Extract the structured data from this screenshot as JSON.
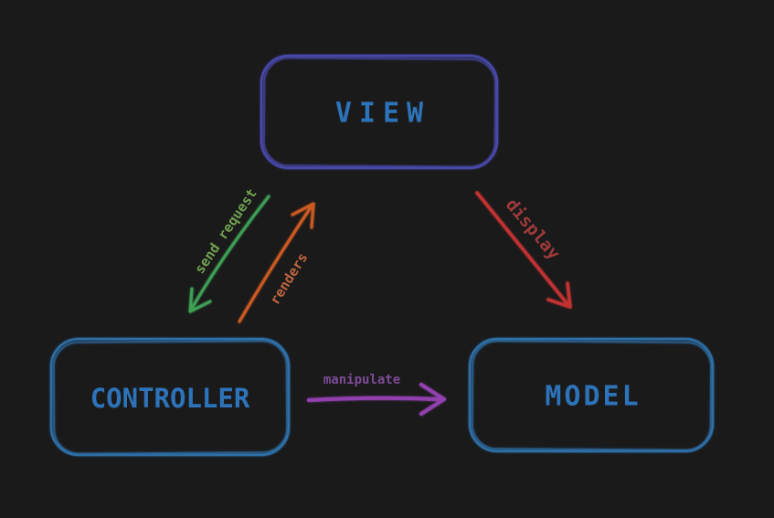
{
  "diagram": {
    "type": "mvc-architecture",
    "background_color": "#1a1a1b",
    "nodes": [
      {
        "id": "view",
        "label": "VIEW",
        "border_color": "#4848ac",
        "text_color": "#2d73b9",
        "shape": "rounded-rectangle"
      },
      {
        "id": "controller",
        "label": "CONTROLLER",
        "border_color": "#2d6fa7",
        "text_color": "#2d73b9",
        "shape": "rounded-rectangle"
      },
      {
        "id": "model",
        "label": "MODEL",
        "border_color": "#2d6fa7",
        "text_color": "#2d73b9",
        "shape": "rounded-rectangle"
      }
    ],
    "edges": [
      {
        "id": "send-request",
        "label": "send request",
        "from": "VIEW",
        "to": "CONTROLLER",
        "arrow_color": "#3ca055",
        "label_color": "#6fa050"
      },
      {
        "id": "renders",
        "label": "renders",
        "from": "CONTROLLER",
        "to": "VIEW",
        "arrow_color": "#cd5a23",
        "label_color": "#bc643e"
      },
      {
        "id": "display",
        "label": "display",
        "from": "VIEW",
        "to": "MODEL",
        "arrow_color": "#c23131",
        "label_color": "#a03a3a"
      },
      {
        "id": "manipulate",
        "label": "manipulate",
        "from": "CONTROLLER",
        "to": "MODEL",
        "arrow_color": "#9340af",
        "label_color": "#7d4b96"
      }
    ]
  }
}
